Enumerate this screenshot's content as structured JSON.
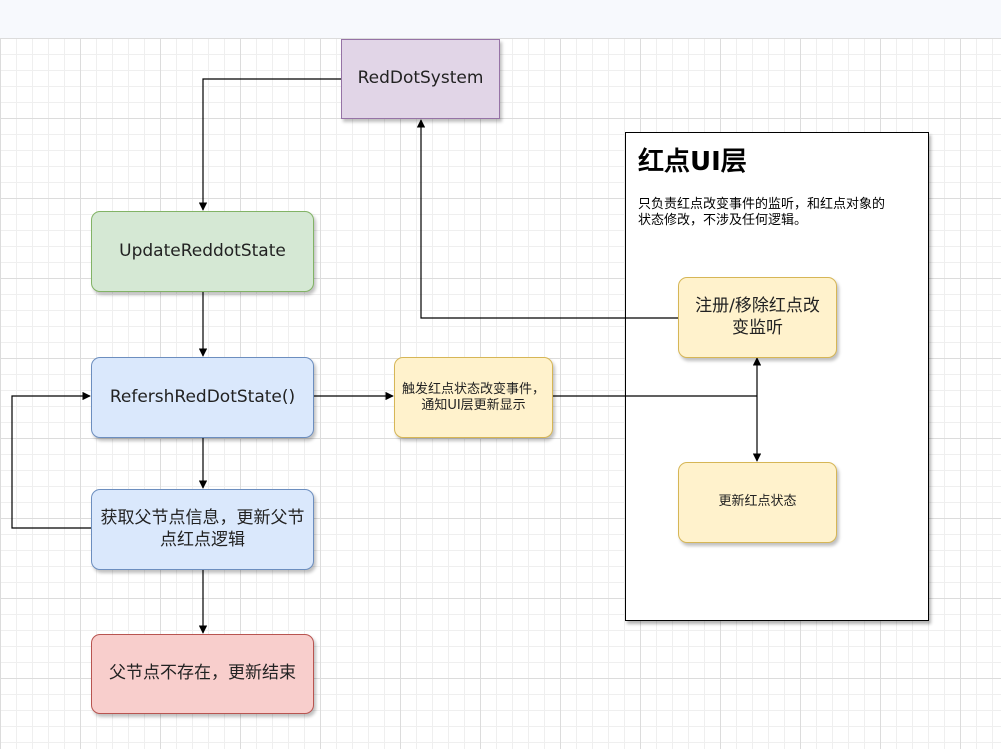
{
  "nodes": {
    "red_dot_system": "RedDotSystem",
    "update_reddot_state": "UpdateReddotState",
    "refresh_red_dot_state": "RefershRedDotState()",
    "get_parent_info": "获取父节点信息，更新父节点红点逻辑",
    "parent_not_exist": "父节点不存在，更新结束",
    "trigger_event": "触发红点状态改变事件，通知UI层更新显示",
    "register_listener": "注册/移除红点改变监听",
    "update_red_dot_status": "更新红点状态"
  },
  "container": {
    "title": "红点UI层",
    "description": "只负责红点改变事件的监听，和红点对象的状态修改，不涉及任何逻辑。"
  }
}
